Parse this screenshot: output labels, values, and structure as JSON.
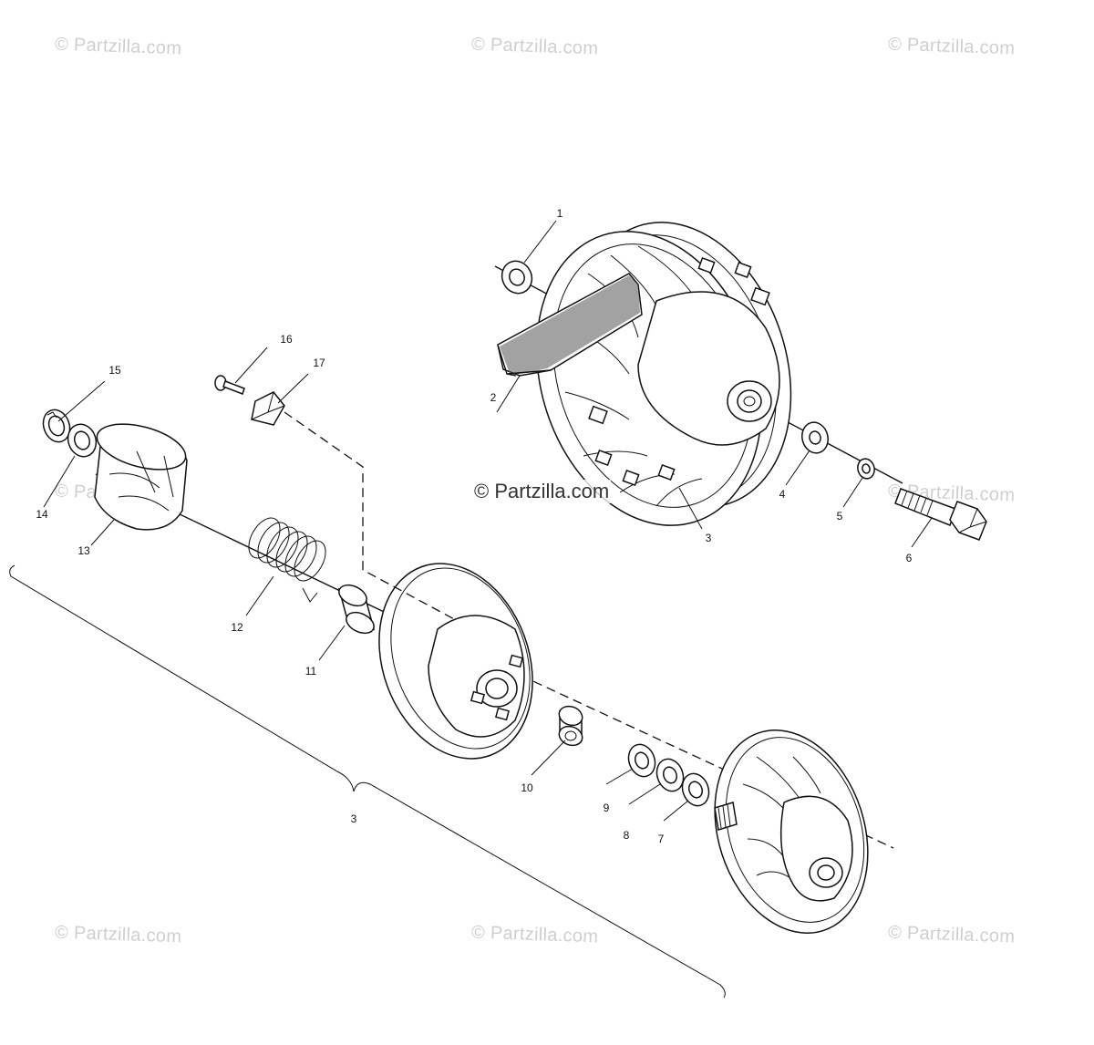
{
  "watermark": {
    "text": "© Partzilla.com"
  },
  "callouts": {
    "c1": "1",
    "c2": "2",
    "c3a": "3",
    "c4": "4",
    "c5": "5",
    "c6": "6",
    "c7": "7",
    "c8": "8",
    "c9": "9",
    "c10": "10",
    "c11": "11",
    "c12": "12",
    "c13": "13",
    "c14": "14",
    "c15": "15",
    "c16": "16",
    "c17": "17",
    "c3b": "3"
  }
}
